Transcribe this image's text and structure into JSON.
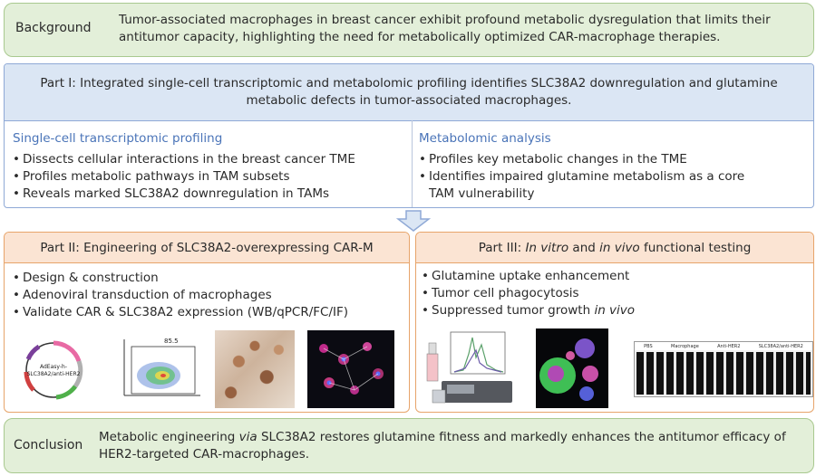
{
  "background": {
    "label": "Background",
    "text": "Tumor-associated macrophages in breast cancer exhibit profound metabolic dysregulation that limits their antitumor capacity, highlighting the need for metabolically optimized CAR-macrophage therapies."
  },
  "part1": {
    "title": "Part I: Integrated single-cell transcriptomic and metabolomic profiling identifies SLC38A2 downregulation and glutamine metabolic defects in tumor-associated macrophages.",
    "left": {
      "heading": "Single-cell transcriptomic profiling",
      "items": [
        "Dissects cellular interactions in the breast cancer TME",
        "Profiles metabolic pathways in TAM subsets",
        "Reveals marked SLC38A2 downregulation in TAMs"
      ]
    },
    "right": {
      "heading": "Metabolomic analysis",
      "items": [
        "Profiles key metabolic changes in the TME",
        "Identifies impaired glutamine metabolism as a core TAM vulnerability"
      ]
    }
  },
  "part2": {
    "title": "Part II: Engineering of SLC38A2-overexpressing CAR-M",
    "items": [
      "Design & construction",
      "Adenoviral transduction of macrophages",
      "Validate CAR & SLC38A2 expression (WB/qPCR/FC/IF)"
    ],
    "plasmid_label_1": "AdEasy-h-",
    "plasmid_label_2": "SLC38A2/anti-HER2",
    "flow_percent": "85.5"
  },
  "part3": {
    "title_prefix": "Part III: ",
    "title_em1": "In vitro",
    "title_mid": " and ",
    "title_em2": "in vivo",
    "title_suffix": " functional testing",
    "items": [
      "Glutamine uptake enhancement",
      "Tumor cell phagocytosis"
    ],
    "item3_prefix": "Suppressed tumor growth ",
    "item3_em": "in vivo",
    "ivis_groups": [
      "PBS",
      "Macrophage",
      "Anti-HER2",
      "SLC38A2/anti-HER2"
    ]
  },
  "conclusion": {
    "label": "Conclusion",
    "text_prefix": "Metabolic engineering ",
    "text_em": "via",
    "text_suffix": " SLC38A2 restores glutamine fitness and markedly enhances the antitumor efficacy of HER2-targeted CAR-macrophages."
  }
}
